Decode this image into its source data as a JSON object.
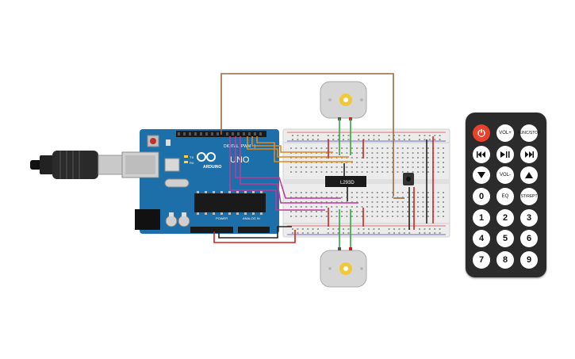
{
  "arduino": {
    "logo_text": "ARDUINO",
    "model": "UNO",
    "digital_header_label": "DIGITAL (PWM ~)",
    "power_label": "POWER",
    "analog_label": "ANALOG IN",
    "tx_label": "TX",
    "rx_label": "RX"
  },
  "breadboard": {
    "chip_label": "L293D"
  },
  "remote": {
    "buttons": [
      {
        "id": "power",
        "label": "⏻"
      },
      {
        "id": "vol_up",
        "label": "VOL+"
      },
      {
        "id": "func_stop",
        "label": "FUNC/STOP"
      },
      {
        "id": "prev",
        "label": ""
      },
      {
        "id": "play_pause",
        "label": ""
      },
      {
        "id": "next",
        "label": ""
      },
      {
        "id": "down",
        "label": ""
      },
      {
        "id": "vol_down",
        "label": "VOL-"
      },
      {
        "id": "up",
        "label": ""
      },
      {
        "id": "zero",
        "label": "0"
      },
      {
        "id": "eq",
        "label": "EQ"
      },
      {
        "id": "st_rept",
        "label": "ST/REPT"
      },
      {
        "id": "one",
        "label": "1"
      },
      {
        "id": "two",
        "label": "2"
      },
      {
        "id": "three",
        "label": "3"
      },
      {
        "id": "four",
        "label": "4"
      },
      {
        "id": "five",
        "label": "5"
      },
      {
        "id": "six",
        "label": "6"
      },
      {
        "id": "seven",
        "label": "7"
      },
      {
        "id": "eight",
        "label": "8"
      },
      {
        "id": "nine",
        "label": "9"
      }
    ]
  },
  "colors": {
    "board_blue": "#1c6fa8",
    "wire_orange": "#e08a1e",
    "wire_magenta": "#c0399a",
    "wire_brown": "#9a6a3a",
    "wire_red": "#d42020",
    "wire_green": "#2fa83a",
    "wire_black": "#222222",
    "remote_body": "#2b2b2b",
    "remote_power": "#e8412c"
  }
}
